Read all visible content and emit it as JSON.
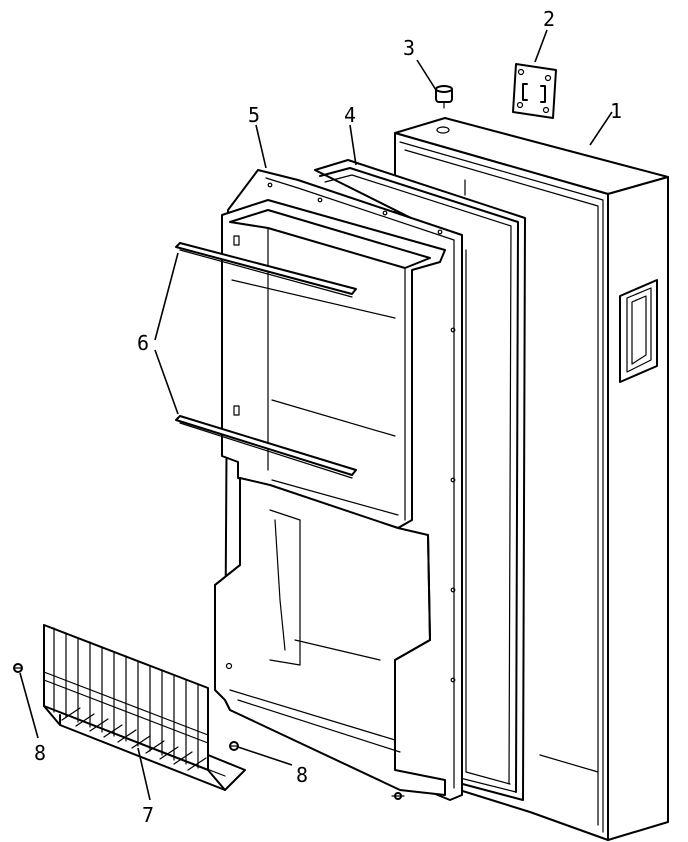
{
  "diagram": {
    "type": "exploded-parts-view",
    "callouts": [
      {
        "id": "1",
        "label": "1"
      },
      {
        "id": "2",
        "label": "2"
      },
      {
        "id": "3",
        "label": "3"
      },
      {
        "id": "4",
        "label": "4"
      },
      {
        "id": "5",
        "label": "5"
      },
      {
        "id": "6",
        "label": "6"
      },
      {
        "id": "7",
        "label": "7"
      },
      {
        "id": "8a",
        "label": "8"
      },
      {
        "id": "8b",
        "label": "8"
      }
    ]
  }
}
